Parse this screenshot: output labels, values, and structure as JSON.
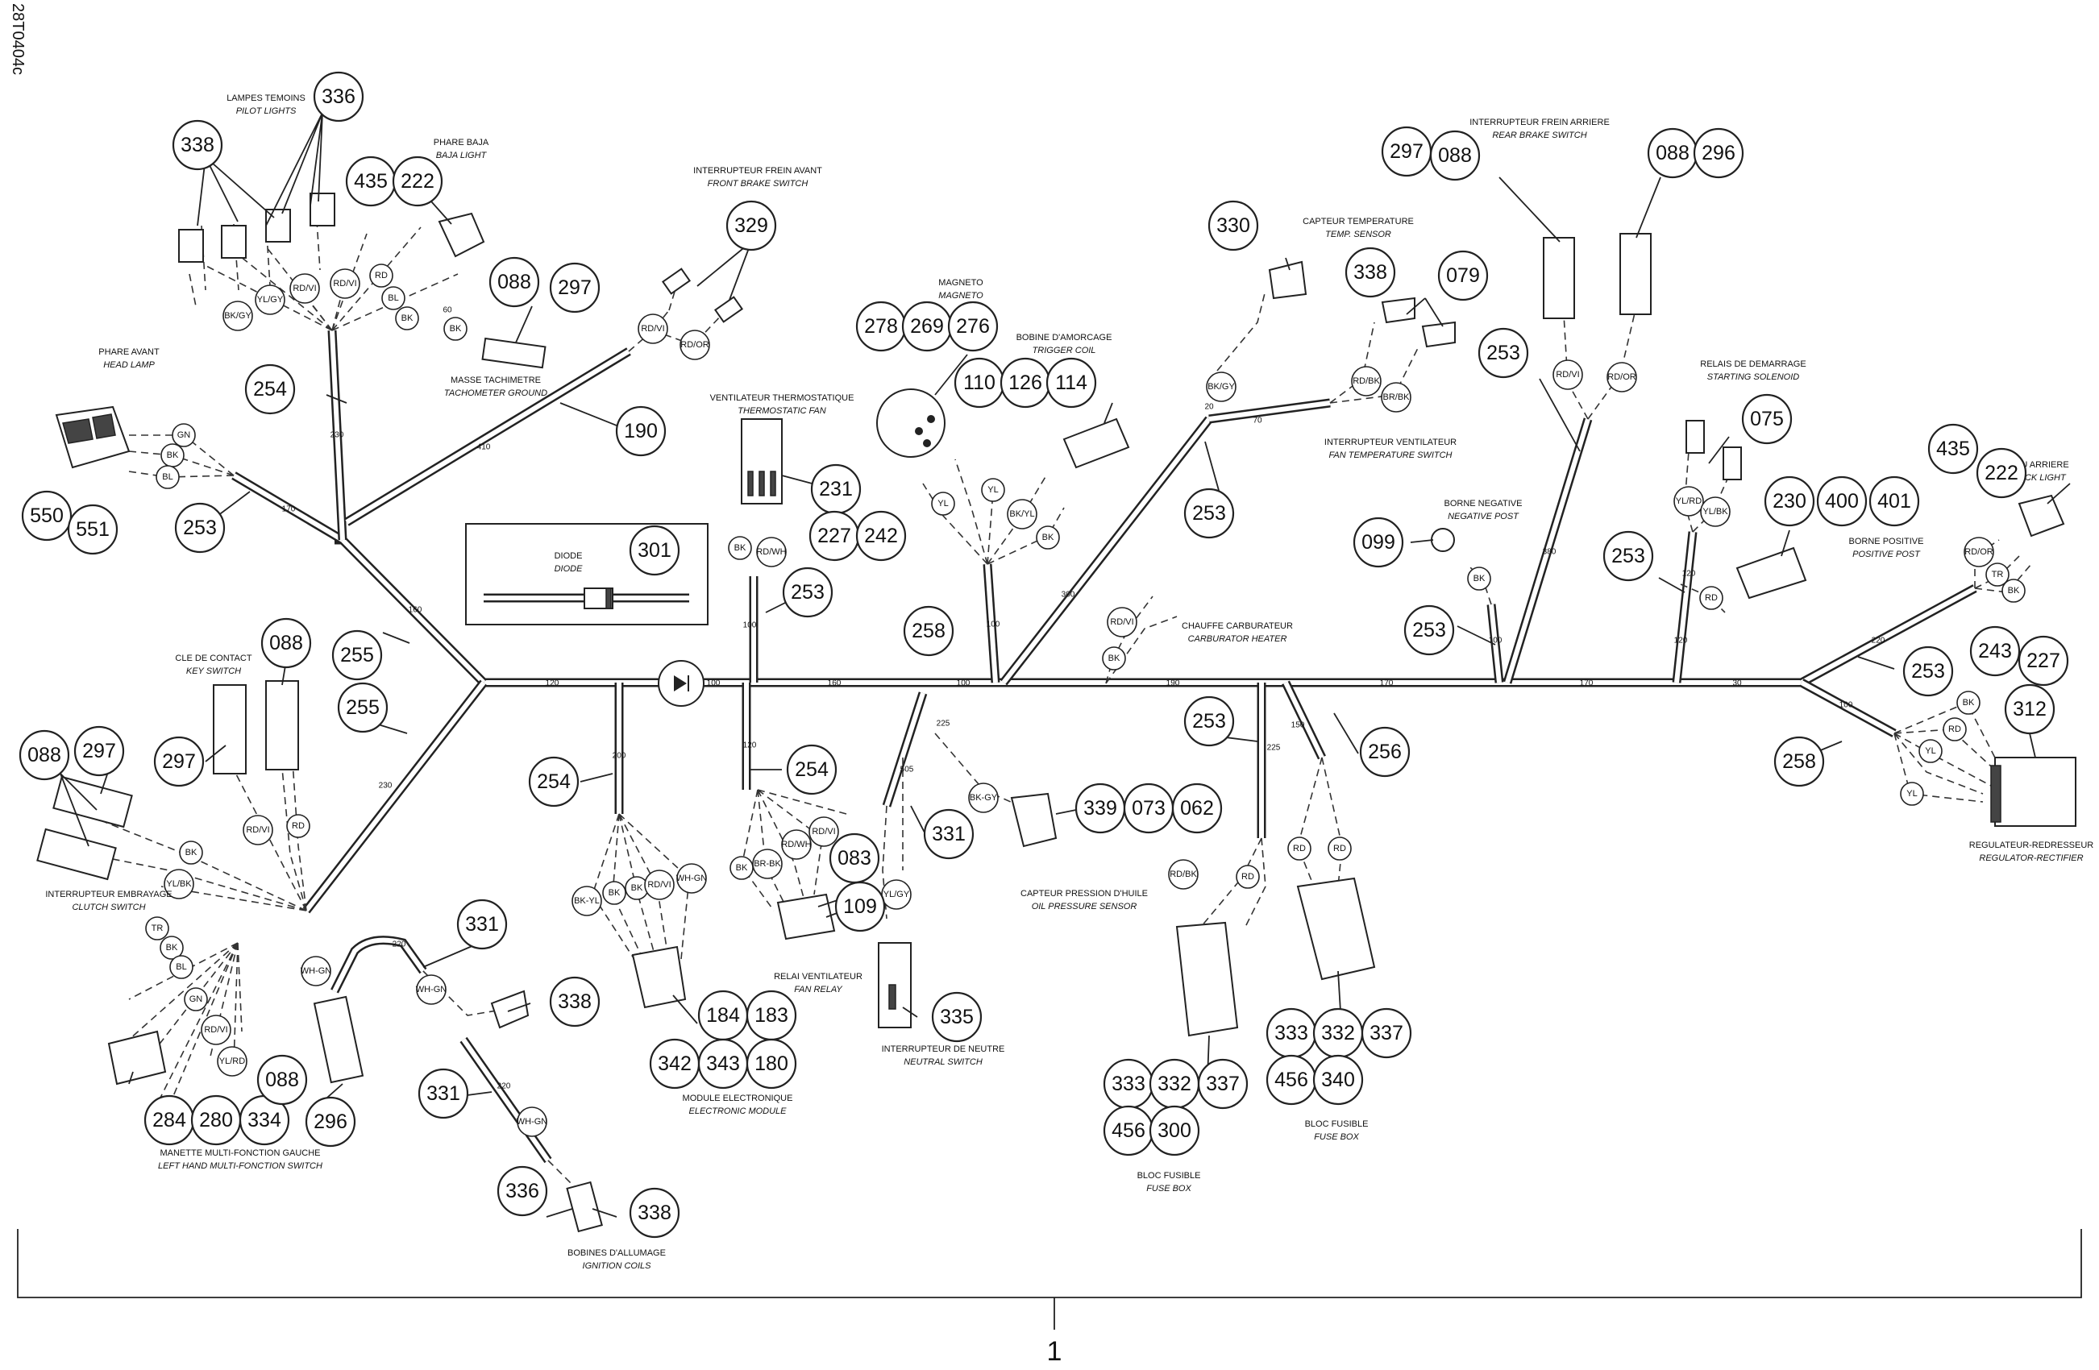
{
  "figure_ref": "28T0404c",
  "assembly_number": "1",
  "colors": {
    "line": "#222222",
    "background": "#ffffff"
  },
  "callouts": {
    "c336a": "336",
    "c338a": "338",
    "c435a": "435",
    "c222a": "222",
    "c088a": "088",
    "c297a": "297",
    "c329": "329",
    "c278": "278",
    "c269": "269",
    "c276": "276",
    "c110": "110",
    "c126": "126",
    "c114": "114",
    "c330": "330",
    "c338b": "338",
    "c079": "079",
    "c297b": "297",
    "c088b": "088",
    "c088c": "088",
    "c296a": "296",
    "c254a": "254",
    "c190": "190",
    "c550": "550",
    "c551": "551",
    "c253a": "253",
    "c231": "231",
    "c227a": "227",
    "c242": "242",
    "c253b": "253",
    "c301": "301",
    "c258a": "258",
    "c253c": "253",
    "c253d": "253",
    "c075": "075",
    "c230": "230",
    "c400": "400",
    "c401": "401",
    "c435b": "435",
    "c222b": "222",
    "c099": "099",
    "c253e": "253",
    "c253f": "253",
    "c243": "243",
    "c227b": "227",
    "c312": "312",
    "c253g": "253",
    "c258b": "258",
    "c255a": "255",
    "c255b": "255",
    "c088d": "088",
    "c297c": "297",
    "c088e": "088",
    "c297d": "297",
    "c254b": "254",
    "c254c": "254",
    "c083": "083",
    "c109": "109",
    "c331a": "331",
    "c339": "339",
    "c073": "073",
    "c062": "062",
    "c253h": "253",
    "c256": "256",
    "c331b": "331",
    "c338c": "338",
    "c184": "184",
    "c183": "183",
    "c342": "342",
    "c343": "343",
    "c180": "180",
    "c335": "335",
    "c333a": "333",
    "c332a": "332",
    "c337a": "337",
    "c456a": "456",
    "c340": "340",
    "c333b": "333",
    "c332b": "332",
    "c337b": "337",
    "c456b": "456",
    "c300": "300",
    "c284": "284",
    "c280": "280",
    "c334": "334",
    "c088f": "088",
    "c296b": "296",
    "c331c": "331",
    "c336b": "336",
    "c338d": "338"
  },
  "labels": {
    "pilot_lights_fr": "LAMPES TEMOINS",
    "pilot_lights_en": "PILOT LIGHTS",
    "baja_fr": "PHARE BAJA",
    "baja_en": "BAJA LIGHT",
    "front_brake_fr": "INTERRUPTEUR FREIN AVANT",
    "front_brake_en": "FRONT BRAKE SWITCH",
    "magneto_fr": "MAGNETO",
    "magneto_en": "MAGNETO",
    "trigger_fr": "BOBINE D'AMORCAGE",
    "trigger_en": "TRIGGER COIL",
    "temp_fr": "CAPTEUR TEMPERATURE",
    "temp_en": "TEMP. SENSOR",
    "rear_brake_fr": "INTERRUPTEUR FREIN ARRIERE",
    "rear_brake_en": "REAR BRAKE SWITCH",
    "head_lamp_fr": "PHARE AVANT",
    "head_lamp_en": "HEAD LAMP",
    "tacho_fr": "MASSE TACHIMETRE",
    "tacho_en": "TACHOMETER GROUND",
    "thermo_fan_fr": "VENTILATEUR THERMOSTATIQUE",
    "thermo_fan_en": "THERMOSTATIC FAN",
    "fan_switch_fr": "INTERRUPTEUR VENTILATEUR",
    "fan_switch_en": "FAN TEMPERATURE SWITCH",
    "solenoid_fr": "RELAIS DE DEMARRAGE",
    "solenoid_en": "STARTING SOLENOID",
    "neg_post_fr": "BORNE NEGATIVE",
    "neg_post_en": "NEGATIVE POST",
    "pos_post_fr": "BORNE POSITIVE",
    "pos_post_en": "POSITIVE POST",
    "back_light_fr": "FEU ARRIERE",
    "back_light_en": "BACK LIGHT",
    "diode_fr": "DIODE",
    "diode_en": "DIODE",
    "carb_fr": "CHAUFFE CARBURATEUR",
    "carb_en": "CARBURATOR HEATER",
    "key_fr": "CLE DE CONTACT",
    "key_en": "KEY SWITCH",
    "clutch_fr": "INTERRUPTEUR EMBRAYAGE",
    "clutch_en": "CLUTCH SWITCH",
    "lh_switch_fr": "MANETTE MULTI-FONCTION GAUCHE",
    "lh_switch_en": "LEFT HAND MULTI-FONCTION SWITCH",
    "ign_fr": "BOBINES D'ALLUMAGE",
    "ign_en": "IGNITION COILS",
    "module_fr": "MODULE ELECTRONIQUE",
    "module_en": "ELECTRONIC MODULE",
    "fan_relay_fr": "RELAI VENTILATEUR",
    "fan_relay_en": "FAN RELAY",
    "neutral_fr": "INTERRUPTEUR DE NEUTRE",
    "neutral_en": "NEUTRAL SWITCH",
    "oil_fr": "CAPTEUR PRESSION D'HUILE",
    "oil_en": "OIL PRESSURE SENSOR",
    "fuse1_fr": "BLOC FUSIBLE",
    "fuse1_en": "FUSE BOX",
    "fuse2_fr": "BLOC FUSIBLE",
    "fuse2_en": "FUSE BOX",
    "reg_fr": "REGULATEUR-REDRESSEUR",
    "reg_en": "REGULATOR-RECTIFIER"
  },
  "wire_codes": {
    "w1": "BK/GY",
    "w2": "YL/GY",
    "w3": "RD/VI",
    "w4": "RD/VI",
    "w5": "RD",
    "w6": "BL",
    "w7": "BK",
    "w8": "BK",
    "w9": "GN",
    "w10": "BK",
    "w11": "BL",
    "w12": "RD/VI",
    "w13": "RD/OR",
    "w14": "BK/GY",
    "w15": "RD/BK",
    "w16": "BR/BK",
    "w17": "RD/VI",
    "w18": "RD/OR",
    "w19": "YL",
    "w20": "YL",
    "w21": "BK/YL",
    "w22": "BK",
    "w23": "YL/RD",
    "w24": "YL/BK",
    "w25": "BK",
    "w26": "RD/WH",
    "w27": "RD/OR",
    "w28": "TR",
    "w29": "BK",
    "w30": "RD",
    "w31": "BK",
    "w32": "RD/VI",
    "w33": "BK",
    "w34": "BK",
    "w35": "RD",
    "w36": "YL",
    "w37": "YL",
    "w38": "RD/VI",
    "w39": "RD",
    "w40": "BK",
    "w41": "YL/BK",
    "w42": "TR",
    "w43": "BK",
    "w44": "BL",
    "w45": "GN",
    "w46": "RD/VI",
    "w47": "YL/RD",
    "w48": "WH-GN",
    "w49": "WH-GN",
    "w50": "WH-GN",
    "w51": "BK-YL",
    "w52": "BK",
    "w53": "BK",
    "w54": "RD/VI",
    "w55": "WH-GN",
    "w56": "BK",
    "w57": "BR-BK",
    "w58": "RD/WH",
    "w59": "RD/VI",
    "w60": "YL/GY",
    "w61": "BK-GY",
    "w62": "RD/BK",
    "w63": "RD",
    "w64": "RD",
    "w65": "RD"
  },
  "segment_lengths": {
    "s1": "120",
    "s2": "100",
    "s3": "160",
    "s4": "100",
    "s5": "190",
    "s6": "170",
    "s7": "170",
    "s8": "30",
    "s9": "230",
    "s10": "170",
    "s11": "410",
    "s12": "160",
    "s13": "230",
    "s14": "20",
    "s15": "70",
    "s16": "300",
    "s17": "100",
    "s18": "380",
    "s19": "100",
    "s20": "120",
    "s21": "120",
    "s22": "220",
    "s23": "100",
    "s24": "200",
    "s25": "120",
    "s26": "100",
    "s27": "505",
    "s28": "225",
    "s29": "225",
    "s30": "150",
    "s31": "220",
    "s32": "220",
    "s33": "60"
  }
}
